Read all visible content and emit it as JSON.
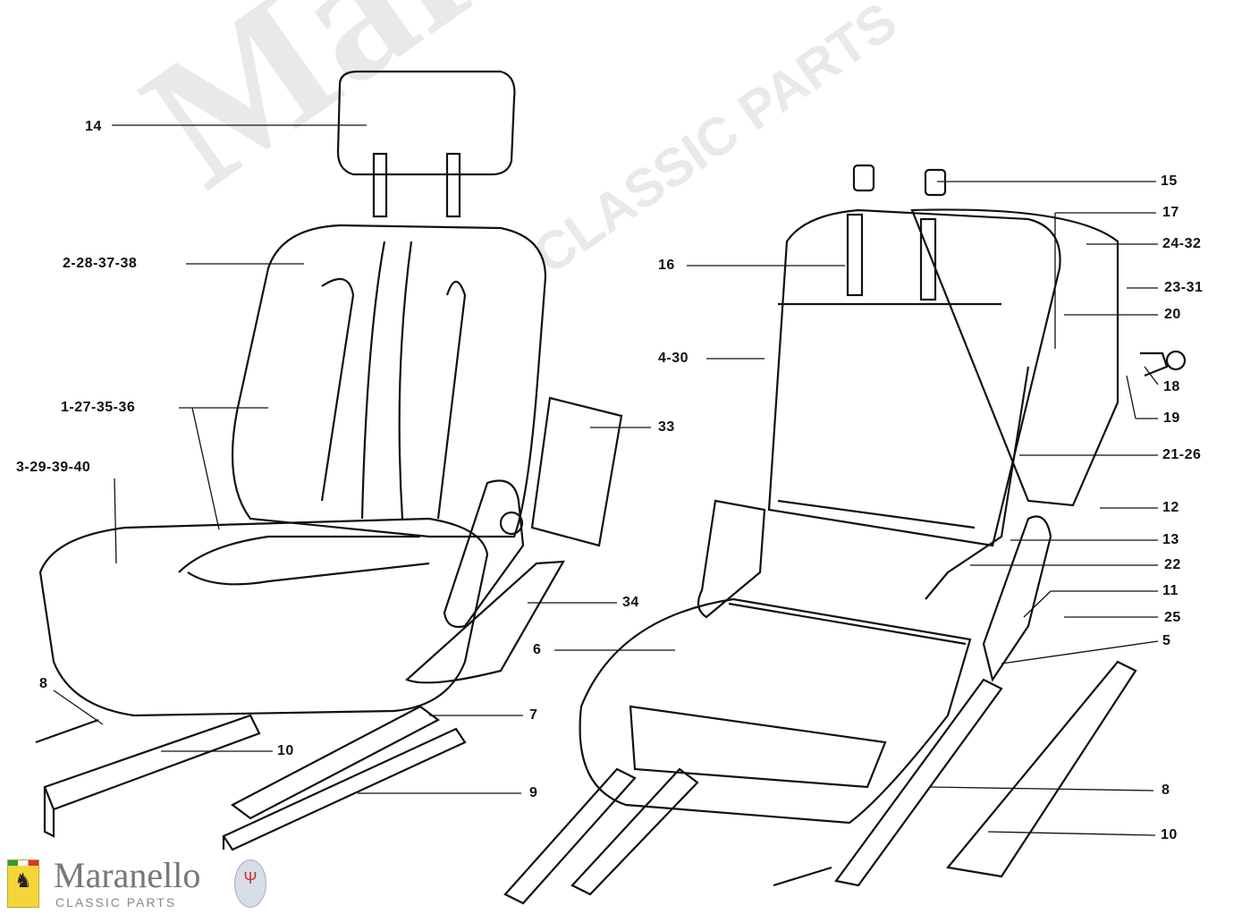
{
  "watermark": {
    "brand": "Maranello",
    "sub": "CLASSIC PARTS"
  },
  "logo": {
    "name": "Maranello",
    "tagline": "CLASSIC PARTS",
    "left_badge": "Ferrari",
    "right_badge": "MASERATI"
  },
  "callouts": {
    "c14": "14",
    "c2": "2-28-37-38",
    "c1": "1-27-35-36",
    "c3": "3-29-39-40",
    "c33": "33",
    "c34": "34",
    "c8a": "8",
    "c7": "7",
    "c10a": "10",
    "c9": "9",
    "c16": "16",
    "c4": "4-30",
    "c15": "15",
    "c17": "17",
    "c24": "24-32",
    "c23": "23-31",
    "c20": "20",
    "c18": "18",
    "c19": "19",
    "c21": "21-26",
    "c12": "12",
    "c13": "13",
    "c22": "22",
    "c11": "11",
    "c25": "25",
    "c5": "5",
    "c6": "6",
    "c8b": "8",
    "c10b": "10"
  },
  "colors": {
    "ink": "#111111",
    "watermark": "#e9e9e9"
  }
}
